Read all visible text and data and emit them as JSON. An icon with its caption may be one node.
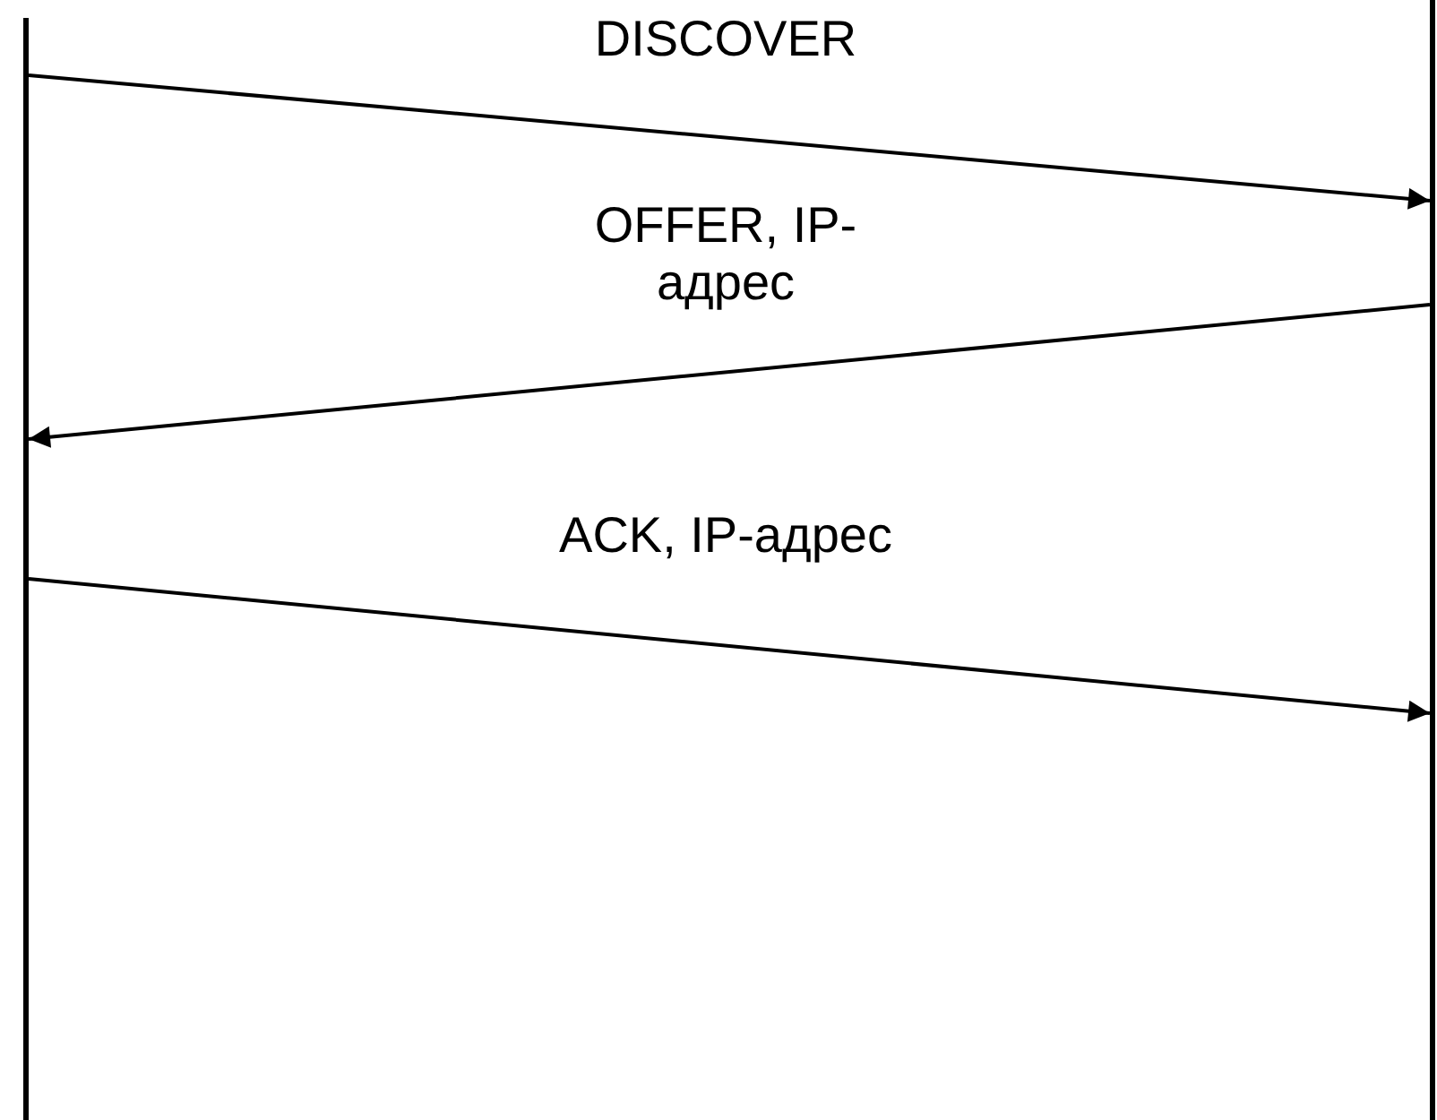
{
  "diagram": {
    "nodes": [
      {
        "text": [],
        "shape": "bar"
      },
      {
        "text": [],
        "shape": "bar"
      }
    ],
    "edges": [
      {
        "from": 0,
        "to": 1,
        "arrow": "to",
        "label": "DISCOVER"
      },
      {
        "from": 1,
        "to": 0,
        "arrow": "to",
        "label": "OFFER, IP-адрес"
      },
      {
        "from": 0,
        "to": 1,
        "arrow": "to",
        "label": "ACK, IP-адрес"
      }
    ]
  }
}
